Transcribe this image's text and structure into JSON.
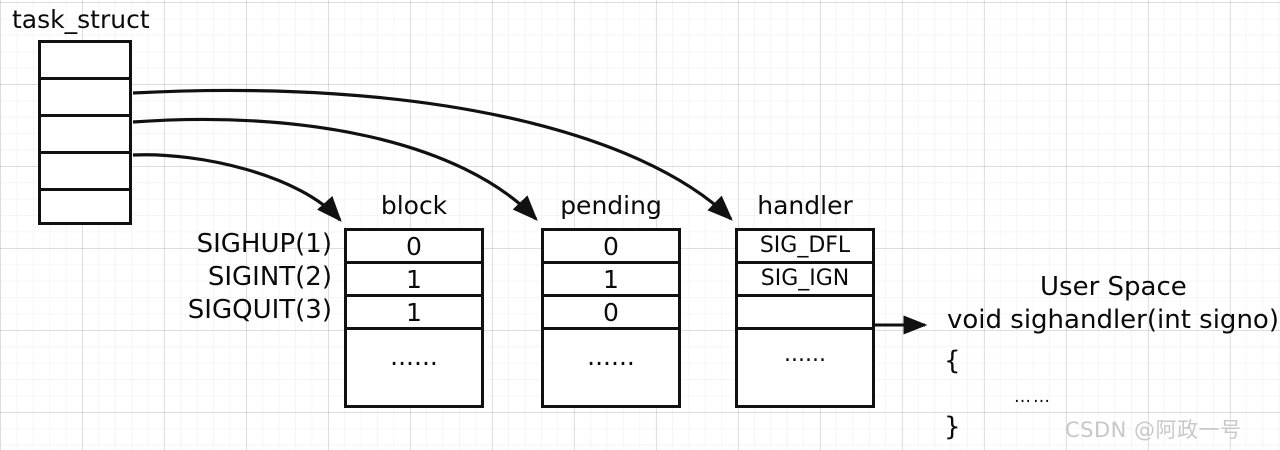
{
  "diagram": {
    "title": "task_struct",
    "struct_rows": [
      "",
      "",
      "",
      "",
      ""
    ],
    "signal_labels": [
      "SIGHUP(1)",
      "SIGINT(2)",
      "SIGQUIT(3)"
    ],
    "ellipsis": "......",
    "columns": [
      {
        "header": "block",
        "values": [
          "0",
          "1",
          "1",
          "......"
        ]
      },
      {
        "header": "pending",
        "values": [
          "0",
          "1",
          "0",
          "......"
        ]
      },
      {
        "header": "handler",
        "values": [
          "SIG_DFL",
          "SIG_IGN",
          "",
          "......"
        ]
      }
    ],
    "user_space": {
      "title": "User Space",
      "signature": "void sighandler(int signo)",
      "open_brace": "{",
      "body": "……",
      "close_brace": "}"
    },
    "watermark": "CSDN @阿政一号",
    "colors": {
      "stroke": "#111111",
      "background": "#ffffff",
      "grid_minor": "#f2f2f2",
      "grid_major": "#e6e6e6",
      "watermark": "#c8c8c8"
    }
  }
}
